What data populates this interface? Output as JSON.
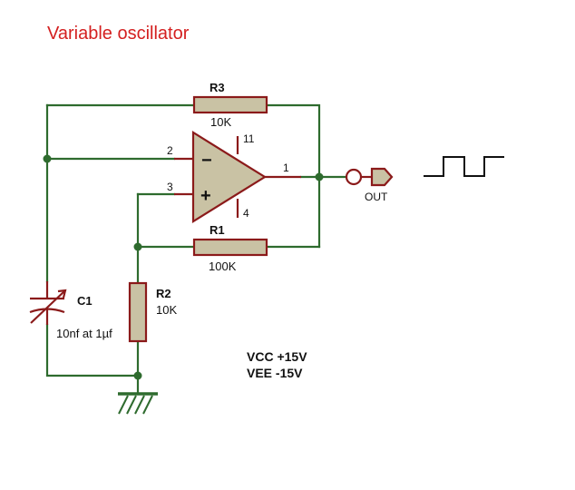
{
  "title": "Variable oscillator",
  "components": {
    "r3": {
      "ref": "R3",
      "value": "10K"
    },
    "r1": {
      "ref": "R1",
      "value": "100K"
    },
    "r2": {
      "ref": "R2",
      "value": "10K"
    },
    "c1": {
      "ref": "C1",
      "value": "10nf at 1µf"
    }
  },
  "opamp": {
    "pins": {
      "inv": "2",
      "noninv": "3",
      "out": "1",
      "vcc": "11",
      "vee": "4"
    },
    "inv_symbol": "−",
    "noninv_symbol": "+"
  },
  "output": {
    "label": "OUT"
  },
  "supply": {
    "vcc": "VCC +15V",
    "vee": "VEE  -15V"
  },
  "colors": {
    "wire": "#2e6b2e",
    "component_outline": "#8b1a1a",
    "component_fill": "#c9c2a4",
    "title": "#d42020"
  }
}
